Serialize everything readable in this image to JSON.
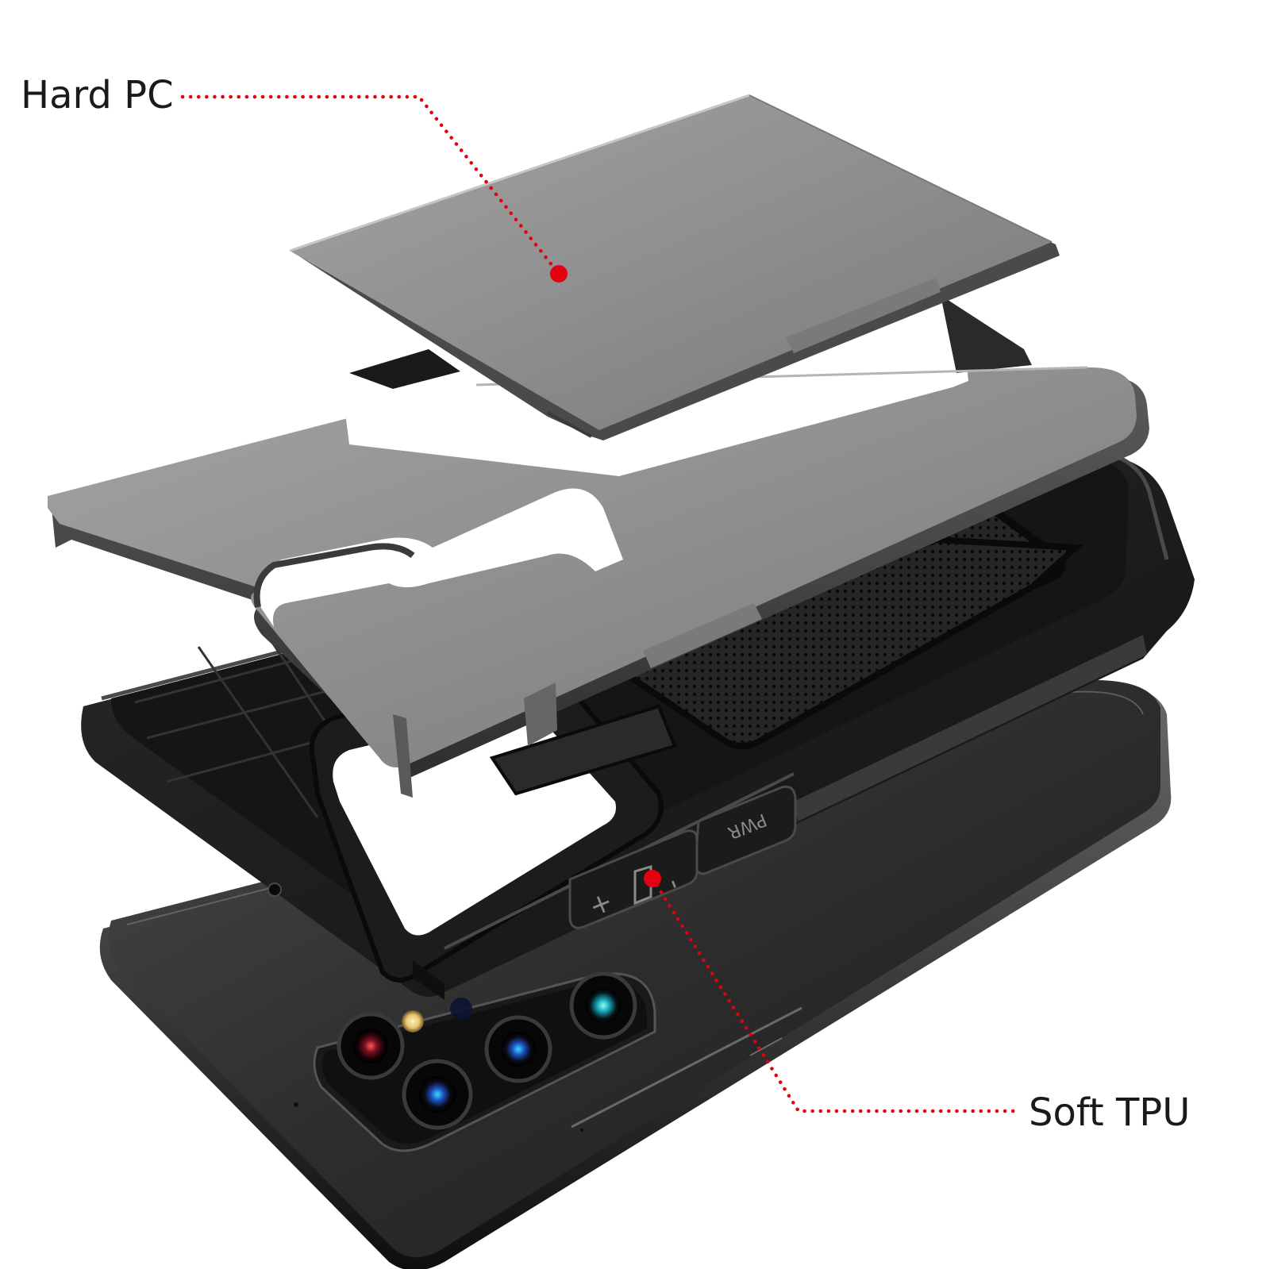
{
  "callouts": {
    "hard_pc": {
      "label": "Hard PC"
    },
    "soft_tpu": {
      "label": "Soft TPU"
    }
  },
  "phone_buttons": {
    "power": "PWR",
    "volume_up": "+",
    "volume_down": "-"
  },
  "colors": {
    "callout_dots": "#e3000f",
    "hard_pc_shell": "#8e8e8e",
    "soft_tpu_case": "#1e1e1e",
    "phone_body": "#3a3a3a",
    "background": "#ffffff"
  },
  "icons": [
    "camera-lens-icon",
    "flash-icon"
  ]
}
